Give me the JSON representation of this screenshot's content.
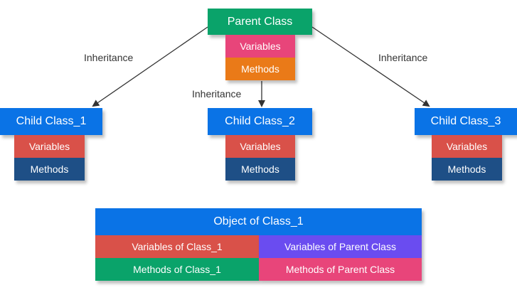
{
  "colors": {
    "green": "#0aa36a",
    "blue": "#0a73e6",
    "red": "#d95149",
    "pink": "#e8457a",
    "orange": "#ea7a18",
    "navy": "#1e4f86",
    "purple": "#6a4cf0",
    "arrow": "#333333"
  },
  "parent": {
    "title": "Parent Class",
    "variables": "Variables",
    "methods": "Methods"
  },
  "children": [
    {
      "title": "Child Class_1",
      "variables": "Variables",
      "methods": "Methods"
    },
    {
      "title": "Child Class_2",
      "variables": "Variables",
      "methods": "Methods"
    },
    {
      "title": "Child Class_3",
      "variables": "Variables",
      "methods": "Methods"
    }
  ],
  "edge_labels": {
    "left": "Inheritance",
    "middle": "Inheritance",
    "right": "Inheritance"
  },
  "object": {
    "title": "Object of Class_1",
    "variables_of_class1": "Variables of Class_1",
    "variables_of_parent": "Variables of Parent Class",
    "methods_of_class1": "Methods of Class_1",
    "methods_of_parent": "Methods of Parent Class"
  }
}
